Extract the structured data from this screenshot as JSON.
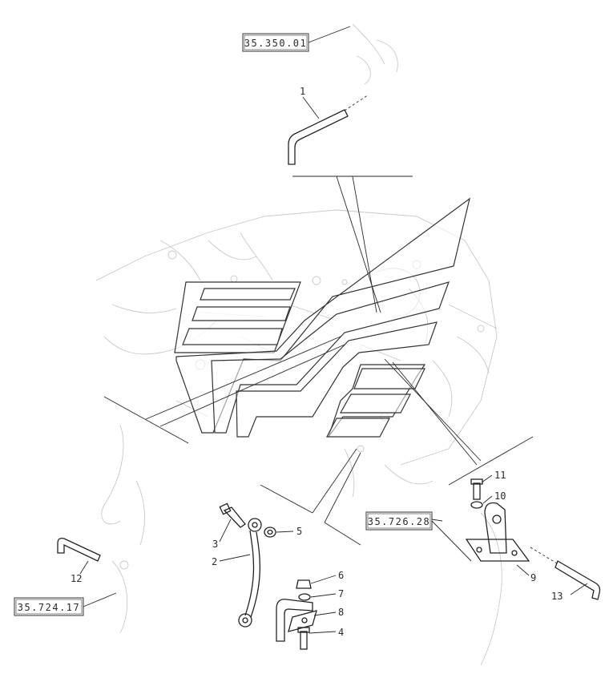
{
  "diagram": {
    "reference_boxes": [
      "35.350.01",
      "35.726.28",
      "35.724.17"
    ],
    "callouts": [
      "1",
      "2",
      "3",
      "4",
      "5",
      "6",
      "7",
      "8",
      "9",
      "10",
      "11",
      "12",
      "13"
    ]
  }
}
